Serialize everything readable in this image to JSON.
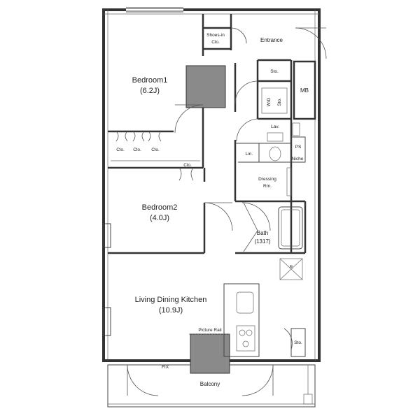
{
  "rooms": {
    "bedroom1": {
      "name": "Bedroom1",
      "size": "(6.2J)"
    },
    "bedroom2": {
      "name": "Bedroom2",
      "size": "(4.0J)"
    },
    "ldk": {
      "name": "Living Dining Kitchen",
      "size": "(10.9J)"
    },
    "entrance": "Entrance",
    "shoes_in_closet": {
      "line1": "Shoes-in",
      "line2": "Clo."
    },
    "storage_entrance": "Sto.",
    "storage_wd": "Sto.",
    "storage_ldk": "Sto.",
    "wd": "W/D",
    "mb": "MB",
    "lav": "Lav.",
    "ps": "PS",
    "linen": "Lin.",
    "niche": "Niche",
    "dressing": {
      "line1": "Dressing",
      "line2": "Rm."
    },
    "bath": {
      "name": "Bath",
      "size": "(1317)"
    },
    "closets": [
      "Clo.",
      "Clo.",
      "Clo.",
      "Clo."
    ],
    "refrigerator": "R",
    "picture_rail": "Picture Rail",
    "fix": "FIX",
    "balcony": "Balcony"
  }
}
